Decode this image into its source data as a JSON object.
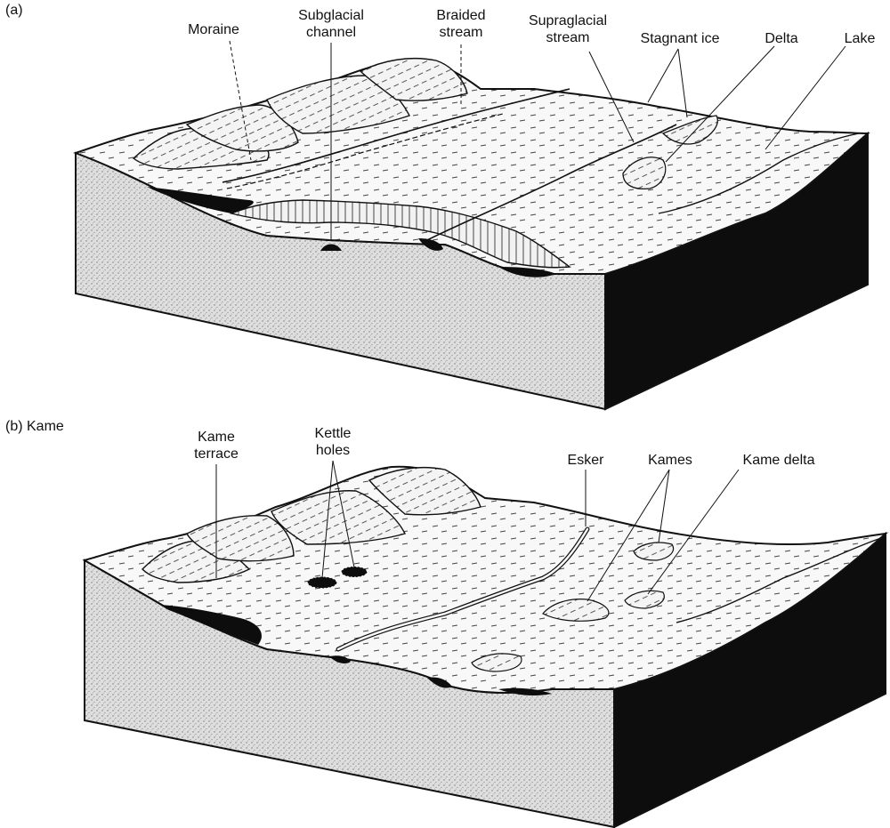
{
  "panel_a": {
    "tag": "(a)",
    "labels": {
      "moraine": "Moraine",
      "subglacial_channel": [
        "Subglacial",
        "channel"
      ],
      "braided_stream": [
        "Braided",
        "stream"
      ],
      "supraglacial_stream": [
        "Supraglacial",
        "stream"
      ],
      "stagnant_ice": "Stagnant ice",
      "delta": "Delta",
      "lake": "Lake"
    }
  },
  "panel_b": {
    "tag": "(b) Kame",
    "labels": {
      "kame_terrace": [
        "Kame",
        "terrace"
      ],
      "kettle_holes": [
        "Kettle",
        "holes"
      ],
      "esker": "Esker",
      "kames": "Kames",
      "kame_delta": "Kame delta"
    }
  },
  "colors": {
    "ink": "#111111",
    "bedrock": "#d9d9d9",
    "shadow_face": "#0d0d0d",
    "surface": "#f7f7f7",
    "ice": "#efefef"
  }
}
